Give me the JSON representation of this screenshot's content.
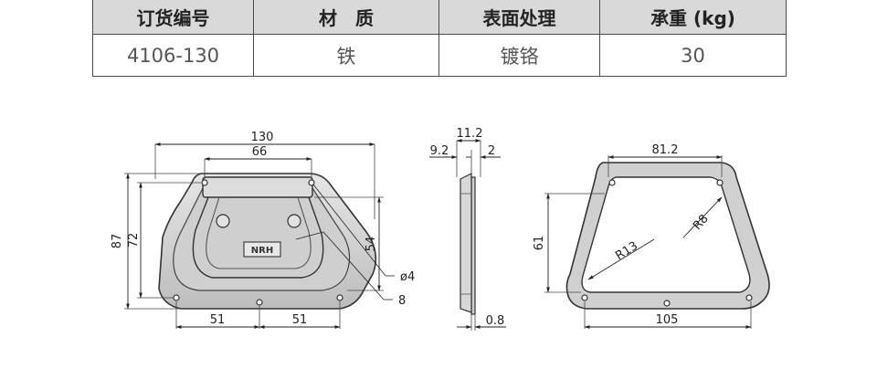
{
  "table": {
    "headers": [
      "订货编号",
      "材　质",
      "表面处理",
      "承重 (kg)"
    ],
    "rows": [
      [
        "4106-130",
        "铁",
        "镀铬",
        "30"
      ]
    ]
  },
  "front_view": {
    "dim_width_total": "130",
    "dim_handle_width": "66",
    "dim_height_total": "87",
    "dim_height_inner": "72",
    "dim_depth": "54",
    "dim_hole": "ø4",
    "dim_radius": "8",
    "dim_bottom_left": "51",
    "dim_bottom_right": "51",
    "logo": "NRH"
  },
  "side_view": {
    "dim_total": "11.2",
    "dim_a": "9.2",
    "dim_b": "2",
    "dim_thickness": "0.8"
  },
  "gasket_view": {
    "dim_top": "81.2",
    "dim_bottom": "105",
    "dim_height": "61",
    "dim_r8": "R8",
    "dim_r13": "R13"
  },
  "colors": {
    "line": "#333333",
    "fill": "#d4d4d4",
    "header_bg": "#d9d9d9"
  }
}
